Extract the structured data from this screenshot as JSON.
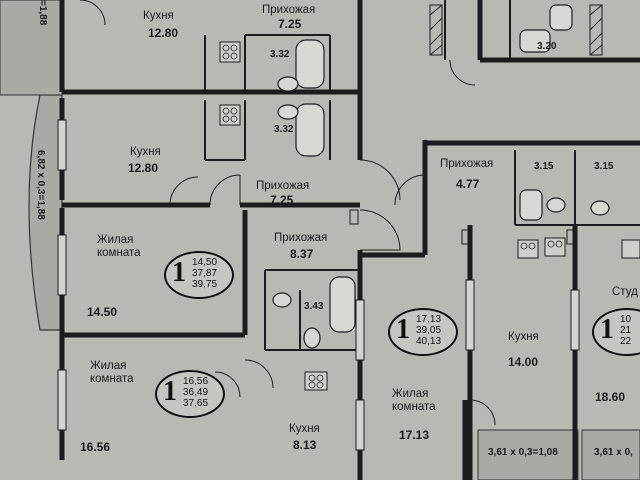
{
  "rooms": {
    "kitchen_top": {
      "name": "Кухня",
      "area": "12.80"
    },
    "hall_top": {
      "name": "Прихожая",
      "area": "7.25"
    },
    "bath_top": {
      "area": "3.32"
    },
    "bath_mid": {
      "area": "3.32"
    },
    "kitchen_mid": {
      "name": "Кухня",
      "area": "12.80"
    },
    "hall_mid": {
      "name": "Прихожая",
      "area": "7.25"
    },
    "living_a": {
      "name": "Жилая\nкомната",
      "area": "14.50"
    },
    "hall_c": {
      "name": "Прихожая",
      "area": "8.37"
    },
    "bath_c": {
      "area": "3.43"
    },
    "living_b": {
      "name": "Жилая\nкомната",
      "area": "16.56"
    },
    "kitchen_c": {
      "name": "Кухня",
      "area": "8.13"
    },
    "hall_d": {
      "name": "Прихожая",
      "area": "4.77"
    },
    "bath_d1": {
      "area": "3.15"
    },
    "bath_d2": {
      "area": "3.15"
    },
    "living_d": {
      "name": "Жилая\nкомната",
      "area": "17.13"
    },
    "kitchen_d": {
      "name": "Кухня",
      "area": "14.00"
    },
    "studio": {
      "name": "Студ"
    },
    "studio_area": {
      "area": "18.60"
    },
    "bath_top_right": {
      "area": "3.20"
    }
  },
  "badges": [
    {
      "number": "1",
      "living": "14,50",
      "total": "37,87",
      "with_balcony": "39,75"
    },
    {
      "number": "1",
      "living": "16,56",
      "total": "36,49",
      "with_balcony": "37,65"
    },
    {
      "number": "1",
      "living": "17,13",
      "total": "39,05",
      "with_balcony": "40,13"
    },
    {
      "number": "1",
      "living": "10",
      "total": "21",
      "with_balcony": "22"
    }
  ],
  "balconies": {
    "left_vertical": "6,82 х 0,3=1,88",
    "top_left_vertical": "=1,88",
    "bottom_mid": "3,61 х 0,3=1,08",
    "bottom_right": "3,61 х 0,"
  },
  "colors": {
    "paper": "#b9b9b4",
    "wall": "#1c1c1c",
    "balcony": "#a9a9a4"
  }
}
